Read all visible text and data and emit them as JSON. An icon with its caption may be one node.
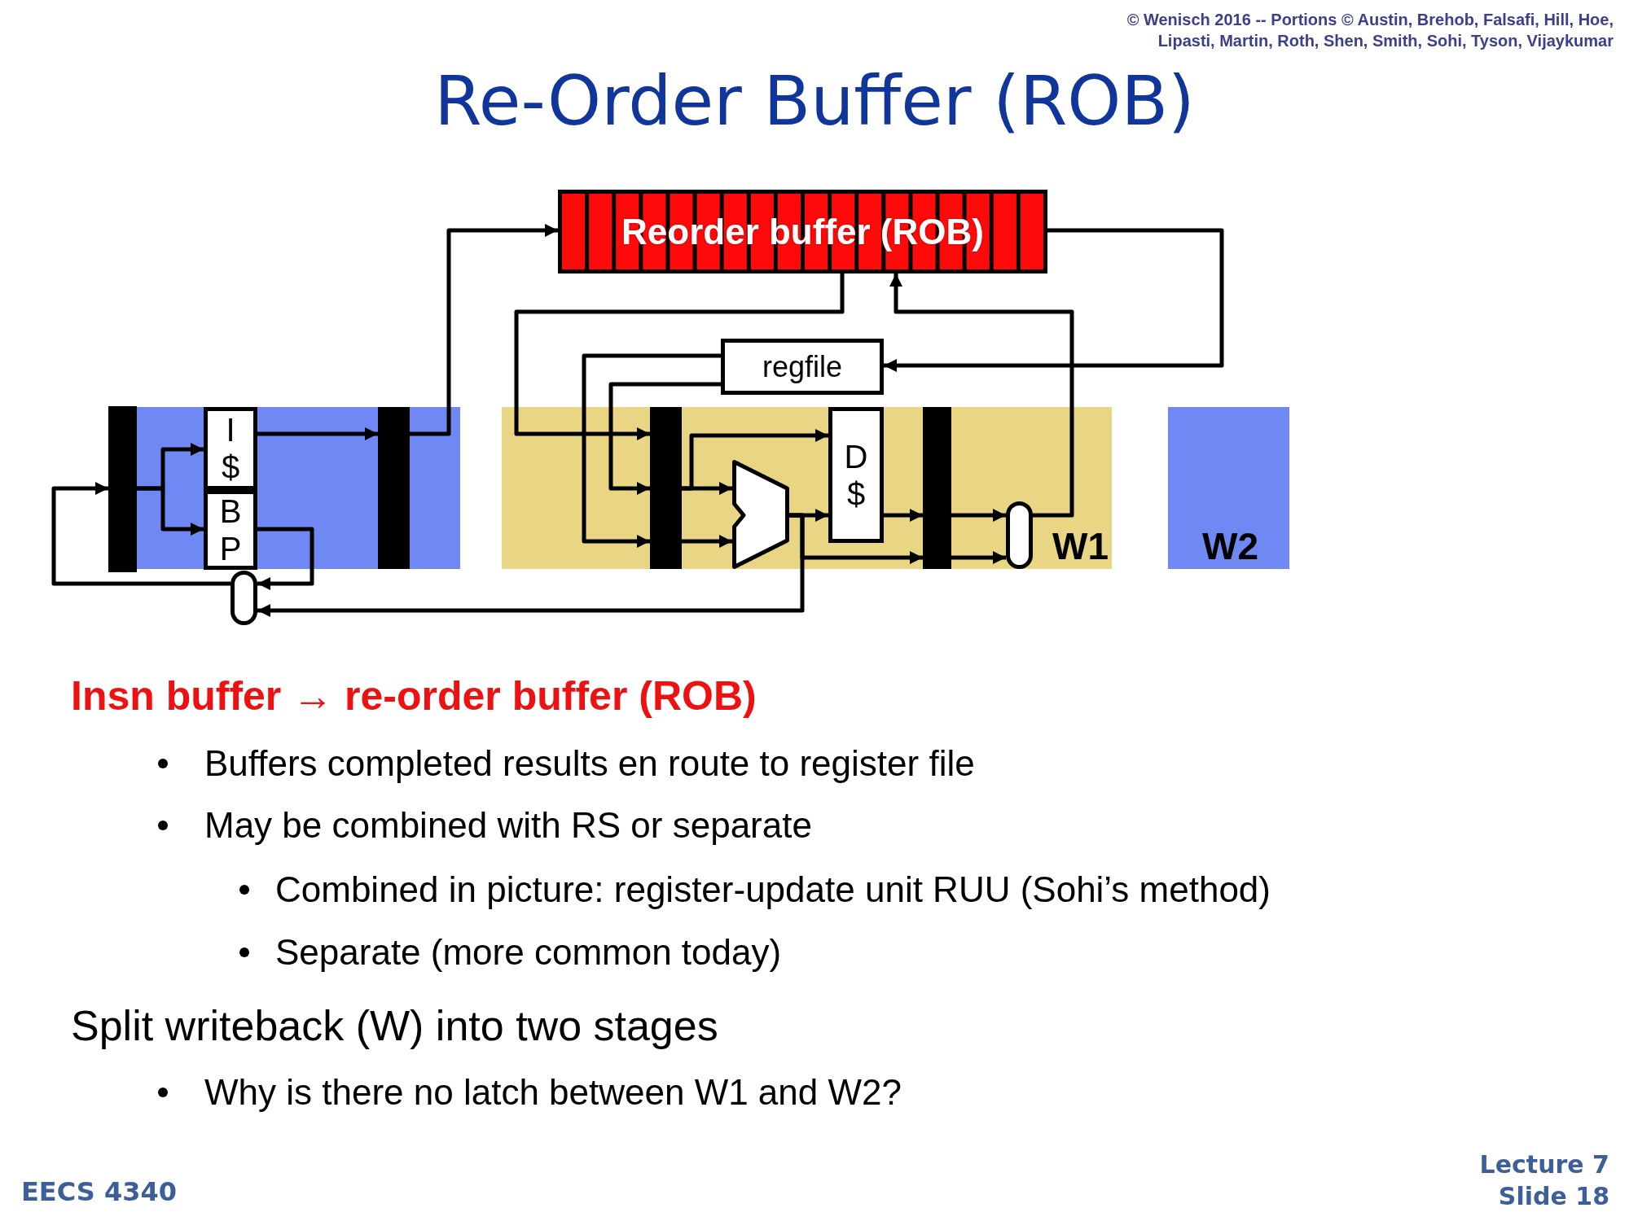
{
  "diagram": {
    "title": "Re-Order Buffer (ROB)",
    "nodes": [
      {
        "text": [
          "Reorder buffer (ROB)"
        ]
      },
      {
        "text": [
          "regfile"
        ]
      },
      {
        "text": [],
        "shape": "box"
      },
      {
        "text": [],
        "shape": "bar"
      },
      {
        "text": [
          "I $"
        ],
        "in": 2
      },
      {
        "text": [
          "B P"
        ],
        "in": 2
      },
      {
        "text": [],
        "shape": "bar",
        "in": 2
      },
      {
        "text": [],
        "shape": "oval"
      },
      {
        "text": [
          "W1"
        ]
      },
      {
        "text": [],
        "shape": "bar",
        "in": 8
      },
      {
        "text": [],
        "shape": "trapezoid",
        "in": 8
      },
      {
        "text": [
          "D $"
        ],
        "in": 8
      },
      {
        "text": [],
        "shape": "bar",
        "in": 8
      },
      {
        "text": [],
        "shape": "oval",
        "in": 8
      },
      {
        "text": [
          "W2"
        ]
      }
    ],
    "edges": [
      {
        "from": 3,
        "to": 4,
        "arrow": "to"
      },
      {
        "from": 3,
        "to": 5,
        "arrow": "to"
      },
      {
        "from": 4,
        "to": 6,
        "arrow": "to"
      },
      {
        "from": 6,
        "to": 0,
        "arrow": "to"
      },
      {
        "from": 5,
        "to": 7,
        "arrow": "to"
      },
      {
        "from": 10,
        "to": 7,
        "arrow": "to"
      },
      {
        "from": 7,
        "to": 3,
        "arrow": "to"
      },
      {
        "from": 0,
        "to": 9,
        "arrow": "to"
      },
      {
        "from": 1,
        "to": 9,
        "arrow": "to"
      },
      {
        "from": 1,
        "to": 9,
        "arrow": "to"
      },
      {
        "from": 9,
        "to": 10,
        "arrow": "to"
      },
      {
        "from": 9,
        "to": 10,
        "arrow": "to"
      },
      {
        "from": 9,
        "to": 11,
        "arrow": "to"
      },
      {
        "from": 10,
        "to": 11,
        "arrow": "to"
      },
      {
        "from": 10,
        "to": 12,
        "arrow": "to"
      },
      {
        "from": 11,
        "to": 12,
        "arrow": "to"
      },
      {
        "from": 12,
        "to": 13,
        "arrow": "to"
      },
      {
        "from": 12,
        "to": 13,
        "arrow": "to"
      },
      {
        "from": 13,
        "to": 0,
        "arrow": "to"
      },
      {
        "from": 0,
        "to": 1,
        "arrow": "to"
      }
    ],
    "labels": [
      "© Wenisch 2016 -- Portions © Austin, Brehob, Falsafi, Hill, Hoe,",
      "Lipasti, Martin, Roth, Shen, Smith, Sohi, Tyson, Vijaykumar",
      "Insn buffer → re-order buffer (ROB)",
      "Buffers completed results en route to register file",
      "May be combined with RS or separate",
      "Combined in picture: register-update unit RUU (Sohi’s method)",
      "Separate (more common today)",
      "Split writeback (W) into two stages",
      "Why is there no latch between W1 and W2?",
      "EECS 4340",
      "Lecture 7",
      "Slide 18"
    ]
  }
}
